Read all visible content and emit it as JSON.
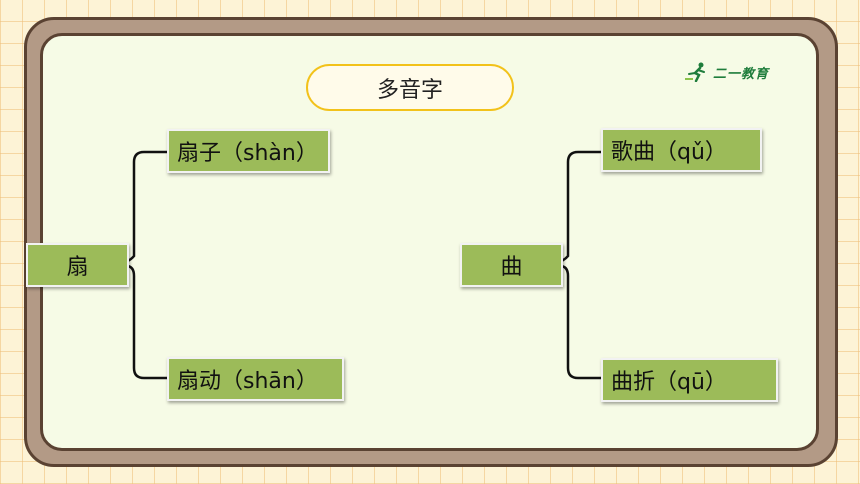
{
  "slide": {
    "title": "多音字",
    "logo": {
      "text": "二一教育",
      "icon": "runner-icon",
      "color": "#1f7d3c"
    }
  },
  "groups": [
    {
      "root": "扇",
      "items": [
        "扇子（shàn）",
        "扇动（shān）"
      ]
    },
    {
      "root": "曲",
      "items": [
        "歌曲（qǔ）",
        "曲折（qū）"
      ]
    }
  ],
  "colors": {
    "node_fill": "#9cbb59",
    "title_border": "#f2c21a",
    "frame_border": "#5a4232",
    "panel_fill": "#f6fbe6"
  }
}
